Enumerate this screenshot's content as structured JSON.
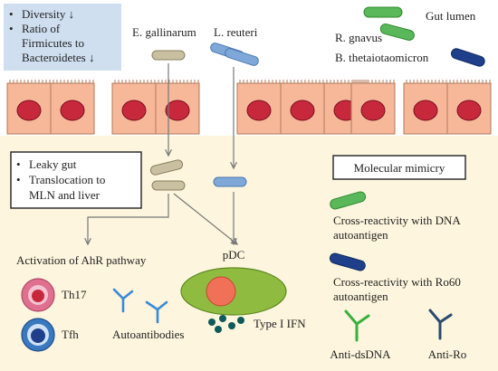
{
  "top_box": {
    "bullets": [
      "Diversity ↓",
      "Ratio of",
      "Firmicutes to",
      "Bacteroidetes ↓"
    ]
  },
  "bacteria_labels": {
    "e_gallinarum": "E. gallinarum",
    "l_reuteri": "L. reuteri",
    "r_gnavus": "R. gnavus",
    "b_theta": "B. thetaiotaomicron",
    "gut_lumen": "Gut lumen"
  },
  "leaky_box": {
    "bullets": [
      "Leaky gut",
      "Translocation to",
      "MLN and liver"
    ]
  },
  "mimicry": {
    "title": "Molecular mimicry",
    "dna_line1": "Cross-reactivity with DNA",
    "dna_line2": "autoantigen",
    "ro_line1": "Cross-reactivity with Ro60",
    "ro_line2": "autoantigen"
  },
  "pathway": {
    "ahr": "Activation of AhR pathway",
    "th17": "Th17",
    "tfh": "Tfh",
    "autoantibodies": "Autoantibodies",
    "pdc": "pDC",
    "ifn": "Type I IFN",
    "anti_dsdna": "Anti-dsDNA",
    "anti_ro": "Anti-Ro"
  },
  "colors": {
    "lumen_bg": "#ffffff",
    "tissue_bg": "#fdf5dd",
    "cell_fill": "#f7b89a",
    "nucleus": "#c8283c",
    "box_blue": "#cfdff0",
    "e_gallinarum": "#c8c0a0",
    "l_reuteri": "#7fa8d8",
    "r_gnavus": "#5ab85a",
    "b_theta": "#1f3f8a",
    "th17": "#e07090",
    "tfh": "#3a78c0",
    "pdc": "#8fbc40",
    "pdc_nucleus": "#f07058",
    "ifn_dots": "#0f5a5a",
    "antibody_blue": "#3a8ad8",
    "anti_dsdna": "#3ab040",
    "anti_ro": "#2a4a70"
  }
}
